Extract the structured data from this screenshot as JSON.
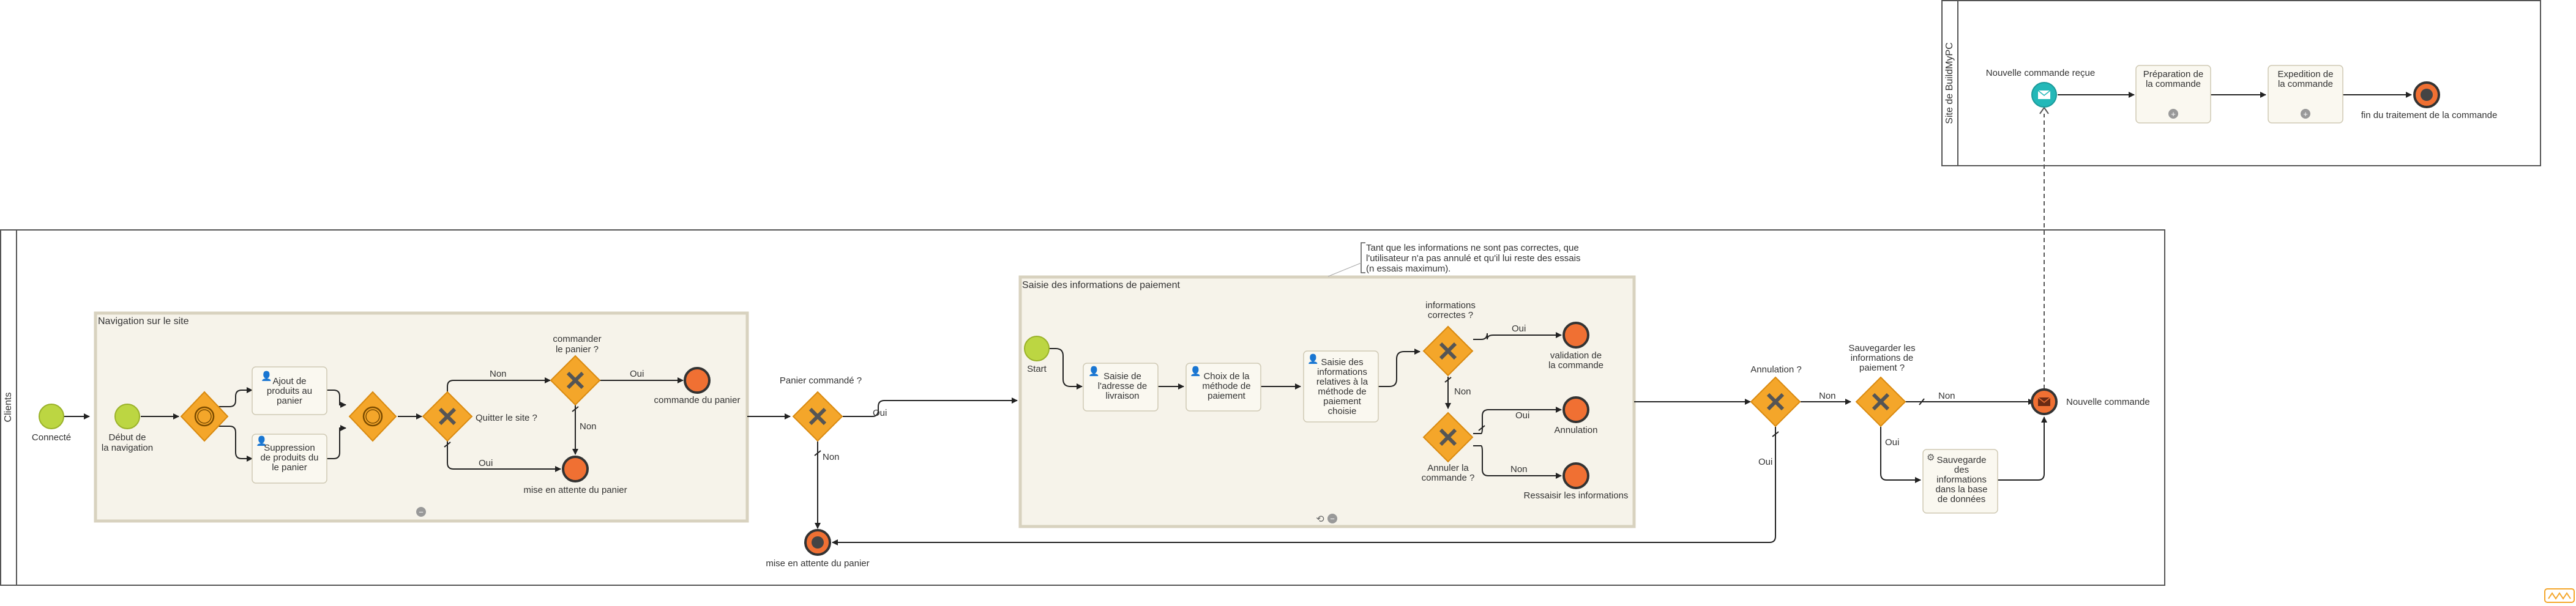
{
  "pools": {
    "clients": {
      "label": "Clients"
    },
    "site": {
      "label": "Site de BuildMyPC"
    }
  },
  "subprocesses": {
    "navigation": {
      "title": "Navigation sur le site"
    },
    "paiement": {
      "title": "Saisie des informations de paiement"
    }
  },
  "events": {
    "connecte": "Connecté",
    "debut_navigation": [
      "Début de",
      "la navigation"
    ],
    "commande_panier": "commande du panier",
    "attente_panier_1": "mise en attente du panier",
    "attente_panier_2": "mise en attente du panier",
    "start": "Start",
    "validation": [
      "validation de",
      "la commande"
    ],
    "annulation": "Annulation",
    "ressaisir": "Ressaisir les informations",
    "nouvelle_commande": "Nouvelle commande",
    "nouvelle_commande_recue": "Nouvelle commande reçue",
    "fin_traitement": "fin du traitement de la commande"
  },
  "tasks": {
    "ajout": [
      "Ajout de",
      "produits au",
      "panier"
    ],
    "suppression": [
      "Suppression",
      "de produits du",
      "le panier"
    ],
    "saisie_adresse": [
      "Saisie de",
      "l'adresse de",
      "livraison"
    ],
    "choix_methode": [
      "Choix de la",
      "méthode de",
      "paiement"
    ],
    "saisie_infos": [
      "Saisie des",
      "informations",
      "relatives à la",
      "méthode de",
      "paiement",
      "choisie"
    ],
    "sauvegarde": [
      "Sauvegarde",
      "des",
      "informations",
      "dans la base",
      "de données"
    ],
    "preparation": [
      "Préparation de",
      "la commande"
    ],
    "expedition": [
      "Expedition de",
      "la commande"
    ]
  },
  "gateways": {
    "quitter": "Quitter le site ?",
    "commander": [
      "commander",
      "le panier ?"
    ],
    "panier_commande": "Panier commandé ?",
    "infos_correctes": [
      "informations",
      "correctes ?"
    ],
    "annuler": [
      "Annuler la",
      "commande ?"
    ],
    "annulation": "Annulation ?",
    "sauvegarder": [
      "Sauvegarder les",
      "informations de",
      "paiement ?"
    ]
  },
  "flow_labels": {
    "non": "Non",
    "oui": "Oui"
  },
  "annotation": [
    "Tant que les informations ne sont pas correctes, que",
    "l'utilisateur n'a pas annulé et qu'il lui reste des essais",
    "(n essais maximum)."
  ],
  "colors": {
    "start": "#bcd642",
    "end": "#f07033",
    "gateway": "#f4a62a",
    "message": "#23b8b8",
    "subprocess_fill": "#f6f3ea"
  }
}
